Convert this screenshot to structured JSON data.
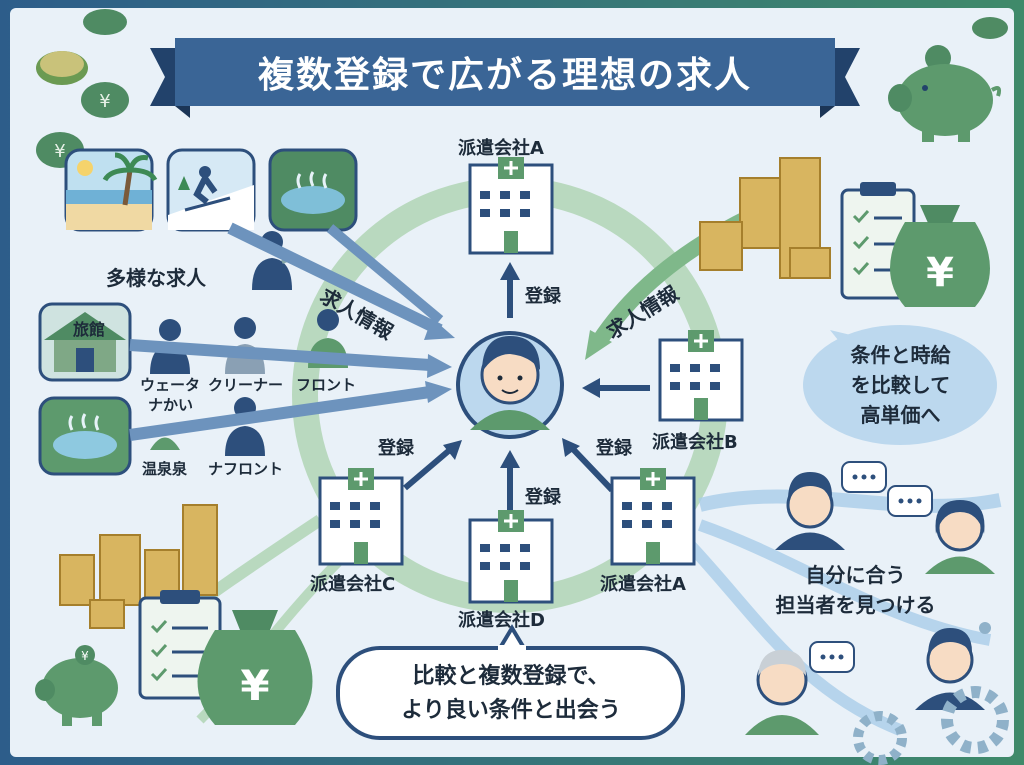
{
  "title": "複数登録で広がる理想の求人",
  "agencies": {
    "a_top": "派遣会社A",
    "b": "派遣会社B",
    "c": "派遣会社C",
    "d": "派遣会社D",
    "a_bottom": "派遣会社A"
  },
  "register_labels": [
    "登録",
    "登録",
    "登録",
    "登録"
  ],
  "job_info_left": "求人情報",
  "job_info_right": "求人情報",
  "diverse_jobs": "多様な求人",
  "ryokan_sign": "旅館",
  "roles": {
    "waiter": "ウェータ",
    "waiter_line2": "ナかい",
    "cleaner": "クリーナー",
    "front": "フロント",
    "onsen": "温泉泉",
    "front2": "ナフロント"
  },
  "compare_bubble": [
    "条件と時給",
    "を比較して",
    "高単価へ"
  ],
  "find_staff": [
    "自分に合う",
    "担当者を見つける"
  ],
  "bottom_bubble": [
    "比較と複数登録で、",
    "より良い条件と出会う"
  ],
  "yen_symbol": "¥",
  "colors": {
    "navy": "#2d4f7c",
    "green": "#5a9a6e",
    "light_green": "#a9cfb0",
    "sky": "#cfe3f3",
    "bg": "#e9f1f8"
  }
}
